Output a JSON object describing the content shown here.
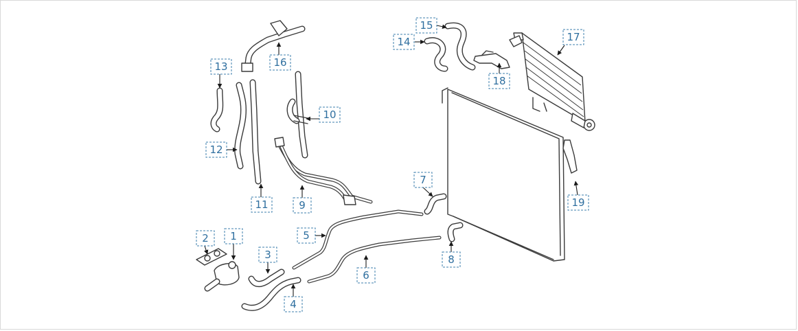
{
  "diagram": {
    "colors": {
      "callout_text": "#2f6f9f",
      "callout_border": "#3d7fae",
      "line_art": "#3a3a3a"
    },
    "callouts": [
      {
        "id": "1",
        "label": "1"
      },
      {
        "id": "2",
        "label": "2"
      },
      {
        "id": "3",
        "label": "3"
      },
      {
        "id": "4",
        "label": "4"
      },
      {
        "id": "5",
        "label": "5"
      },
      {
        "id": "6",
        "label": "6"
      },
      {
        "id": "7",
        "label": "7"
      },
      {
        "id": "8",
        "label": "8"
      },
      {
        "id": "9",
        "label": "9"
      },
      {
        "id": "10",
        "label": "10"
      },
      {
        "id": "11",
        "label": "11"
      },
      {
        "id": "12",
        "label": "12"
      },
      {
        "id": "13",
        "label": "13"
      },
      {
        "id": "14",
        "label": "14"
      },
      {
        "id": "15",
        "label": "15"
      },
      {
        "id": "16",
        "label": "16"
      },
      {
        "id": "17",
        "label": "17"
      },
      {
        "id": "18",
        "label": "18"
      },
      {
        "id": "19",
        "label": "19"
      }
    ]
  }
}
